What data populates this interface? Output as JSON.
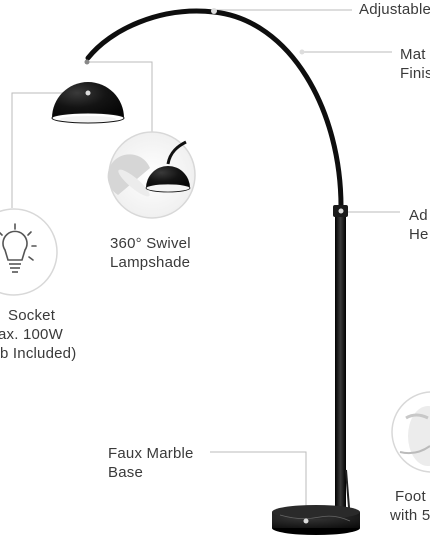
{
  "colors": {
    "background": "#ffffff",
    "lamp_black": "#111111",
    "leader_line": "#bbbbbb",
    "circle_border": "#d8d8d8",
    "text": "#3a3a3a"
  },
  "callouts": {
    "adjustable": {
      "lines": [
        "Adjustable"
      ]
    },
    "matte_finish": {
      "lines": [
        "Mat",
        "Finis"
      ]
    },
    "adjustable_height": {
      "lines": [
        "Ad",
        "He"
      ]
    },
    "swivel": {
      "lines": [
        "360° Swivel",
        "Lampshade"
      ]
    },
    "socket": {
      "lines": [
        "Socket",
        "ax. 100W",
        "b Included)"
      ]
    },
    "marble_base": {
      "lines": [
        "Faux Marble",
        "Base"
      ]
    },
    "foot_switch": {
      "lines": [
        "Foot",
        "with 5"
      ]
    }
  },
  "icons": {
    "bulb": "light-bulb-icon",
    "swivel_detail": "lampshade-swivel-icon",
    "foot_switch_detail": "foot-switch-icon"
  }
}
